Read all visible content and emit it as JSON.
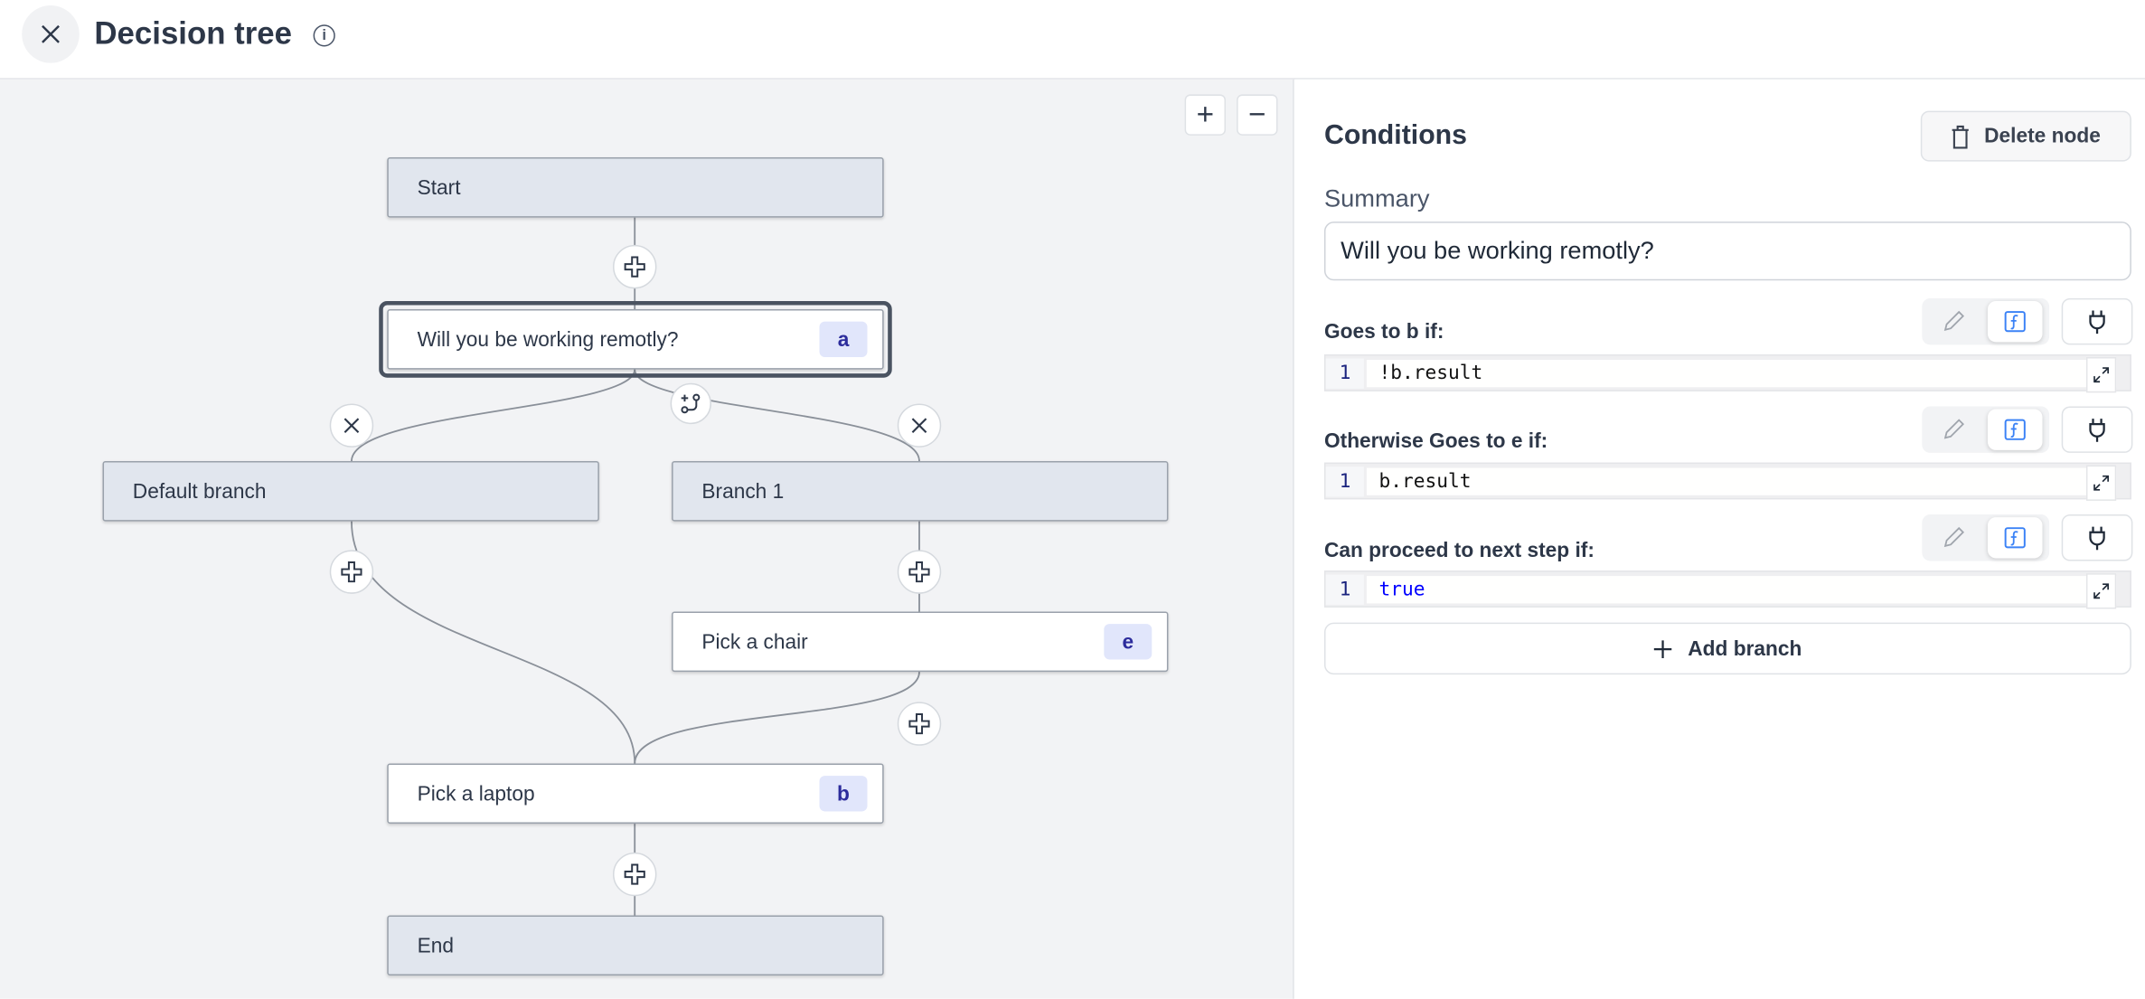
{
  "header": {
    "title": "Decision tree",
    "close_icon": "close-icon",
    "info_icon": "info-icon"
  },
  "canvas": {
    "zoom_in": "+",
    "zoom_out": "−",
    "nodes": {
      "start": {
        "label": "Start"
      },
      "a": {
        "label": "Will you be working remotly?",
        "badge": "a",
        "selected": true
      },
      "default": {
        "label": "Default branch"
      },
      "branch1": {
        "label": "Branch 1"
      },
      "chair": {
        "label": "Pick a chair",
        "badge": "e"
      },
      "laptop": {
        "label": "Pick a laptop",
        "badge": "b"
      },
      "end": {
        "label": "End"
      }
    }
  },
  "panel": {
    "title": "Conditions",
    "delete_label": "Delete node",
    "summary_label": "Summary",
    "summary_value": "Will you be working remotly?",
    "conditions": [
      {
        "label": "Goes to b if:",
        "line": "1",
        "code": "!b.result"
      },
      {
        "label": "Otherwise Goes to e if:",
        "line": "1",
        "code": "b.result"
      },
      {
        "label": "Can proceed to next step if:",
        "line": "1",
        "code": "true"
      }
    ],
    "add_branch_label": "Add branch"
  },
  "colors": {
    "accent": "#3b82f6",
    "badge_bg": "#e1e6fb",
    "badge_text": "#2c2c9c",
    "keyword": "#0000ff"
  }
}
